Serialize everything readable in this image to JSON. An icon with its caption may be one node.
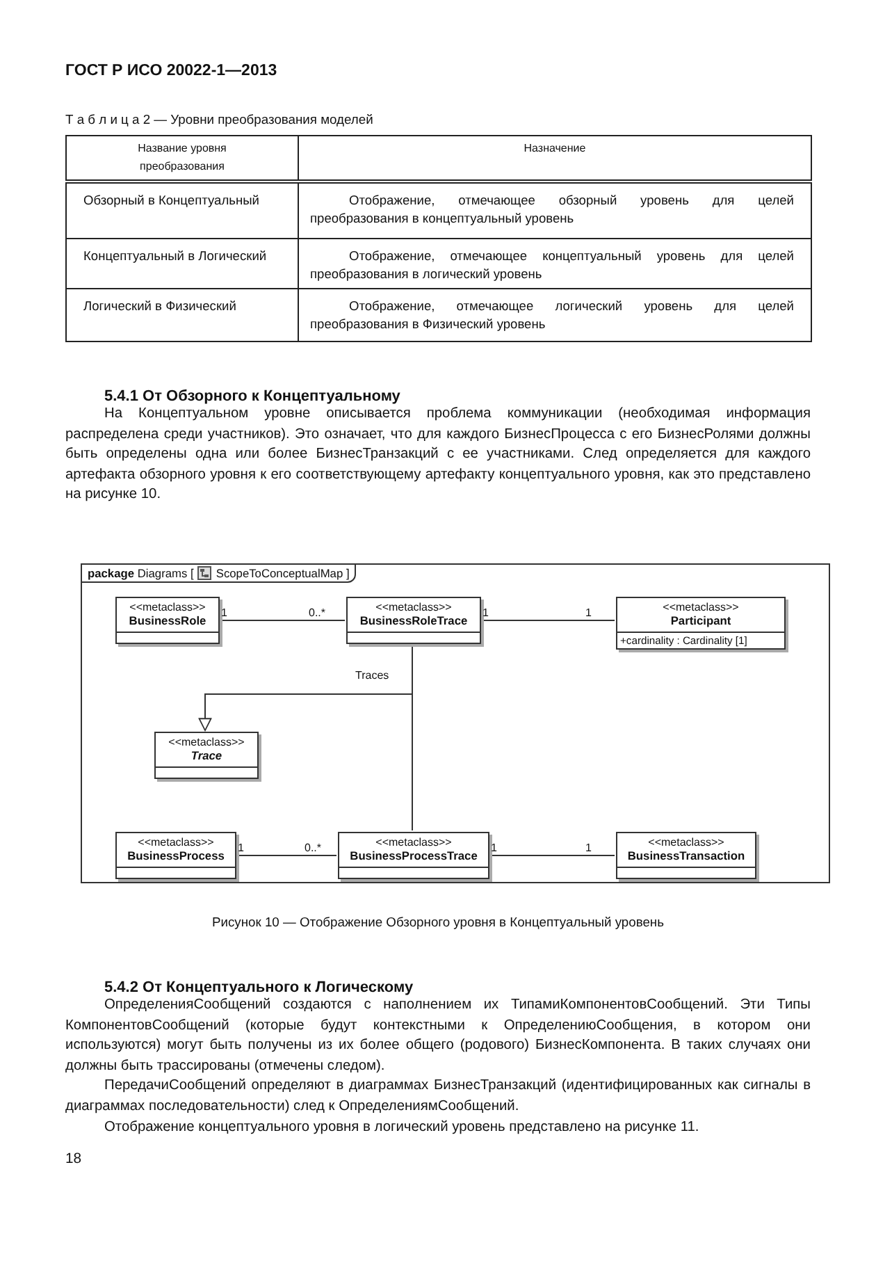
{
  "diagram": {
    "caption": "Рисунок 10 — Отображение Обзорного уровня в Концептуальный уровень",
    "nodes": [
      {
        "text": [
          "**package** Diagrams [",
          "ScopeToConceptualMap ]"
        ]
      },
      {
        "text": [
          "<<metaclass>>",
          "BusinessRole"
        ],
        "in": 0
      },
      {
        "text": [
          "<<metaclass>>",
          "BusinessRoleTrace"
        ],
        "in": 0
      },
      {
        "text": [
          "<<metaclass>>",
          "Participant",
          "+cardinality : Cardinality [1]"
        ],
        "in": 0
      },
      {
        "text": [
          "<<metaclass>>",
          "Trace"
        ],
        "in": 0
      },
      {
        "text": [
          "<<metaclass>>",
          "BusinessProcess"
        ],
        "in": 0
      },
      {
        "text": [
          "<<metaclass>>",
          "BusinessProcessTrace"
        ],
        "in": 0
      },
      {
        "text": [
          "<<metaclass>>",
          "BusinessTransaction"
        ],
        "in": 0
      }
    ],
    "edges": [
      {
        "from": 1,
        "to": 2,
        "arrow": "none"
      },
      {
        "from": 2,
        "to": 3,
        "arrow": "none"
      },
      {
        "from": 2,
        "to": 4,
        "arrow": "to",
        "label": "Traces"
      },
      {
        "from": 6,
        "to": 4,
        "arrow": "to"
      },
      {
        "from": 5,
        "to": 6,
        "arrow": "none"
      },
      {
        "from": 6,
        "to": 7,
        "arrow": "none"
      }
    ],
    "labels": [
      "ГОСТ Р ИСО 20022-1—2013",
      "Т а б л и ц а 2 — Уровни преобразования моделей",
      "Название уровня преобразования",
      "Назначение",
      "Обзорный в Концептуальный",
      "Отображение, отмечающее обзорный уровень для целей преобразования в концептуальный уровень",
      "Концептуальный в Логический",
      "Отображение, отмечающее концептуальный уровень для целей преобразования в логический уровень",
      "Логический в Физический",
      "Отображение, отмечающее логический уровень для целей преобразования в Физический уровень",
      "5.4.1 От Обзорного к Концептуальному",
      "На Концептуальном уровне описывается проблема коммуникации (необходимая информация распределена среди участников). Это означает, что для каждого БизнесПроцесса с его БизнесРолями должны быть определены одна или более БизнесТранзакций с ее участниками. След определяется для каждого артефакта обзорного уровня к его соответствующему артефакту концептуального уровня, как это представлено на рисунке 10.",
      "1",
      "0..*",
      "1",
      "1",
      "1",
      "0..*",
      "1",
      "1",
      "5.4.2 От Концептуального к Логическому",
      "ОпределенияСообщений создаются с наполнением их ТипамиКомпонентовСообщений. Эти Типы КомпонентовСообщений (которые будут контекстными к ОпределениюСообщения, в котором они используются) могут быть получены из их более общего (родового) БизнесКомпонента. В таких случаях они должны быть трассированы (отмечены следом).",
      "ПередачиСообщений определяют в диаграммах БизнесТранзакций (идентифицированных как сигналы в диаграммах последовательности) след к ОпределениямСообщений.",
      "Отображение концептуального уровня в логический уровень представлено на рисунке 11.",
      "18"
    ]
  }
}
